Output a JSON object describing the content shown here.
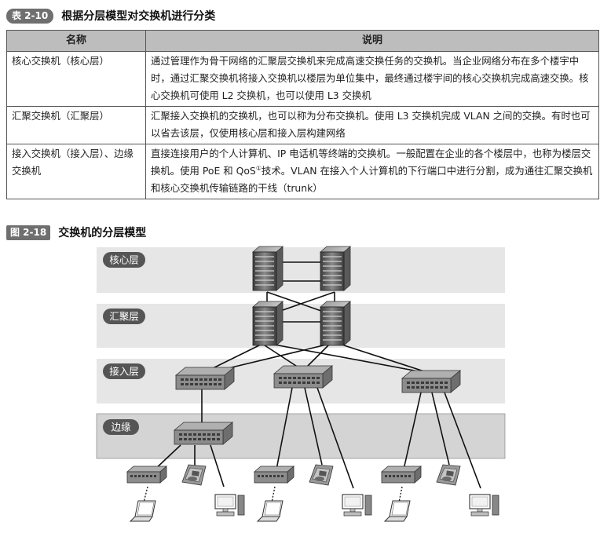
{
  "table": {
    "badge": "表 2-10",
    "title": "根据分层模型对交换机进行分类",
    "headers": [
      "名称",
      "说明"
    ],
    "rows": [
      {
        "name": "核心交换机（核心层）",
        "desc": "通过管理作为骨干网络的汇聚层交换机来完成高速交换任务的交换机。当企业网络分布在多个楼宇中时，通过汇聚交换机将接入交换机以楼层为单位集中，最终通过楼宇间的核心交换机完成高速交换。核心交换机可使用 L2 交换机，也可以使用 L3 交换机"
      },
      {
        "name": "汇聚交换机（汇聚层）",
        "desc": "汇聚接入交换机的交换机，也可以称为分布交换机。使用 L3 交换机完成 VLAN 之间的交换。有时也可以省去该层，仅使用核心层和接入层构建网络"
      },
      {
        "name": "接入交换机（接入层）、边缘交换机",
        "desc_a": "直接连接用户的个人计算机、IP 电话机等终端的交换机。一般配置在企业的各个楼层中，也称为楼层交换机。使用 PoE 和 QoS",
        "footnote": "①",
        "desc_b": "技术。VLAN 在接入个人计算机的下行端口中进行分割，成为通往汇聚交换机和核心交换机传输链路的干线（trunk）"
      }
    ]
  },
  "figure": {
    "badge": "图 2-18",
    "title": "交换机的分层模型",
    "layers": [
      "核心层",
      "汇聚层",
      "接入层",
      "边缘"
    ]
  },
  "colors": {
    "band": "#e6e6e6",
    "edge_band": "#d4d4d4",
    "pill": "#555555",
    "badge": "#6f6f6f"
  }
}
